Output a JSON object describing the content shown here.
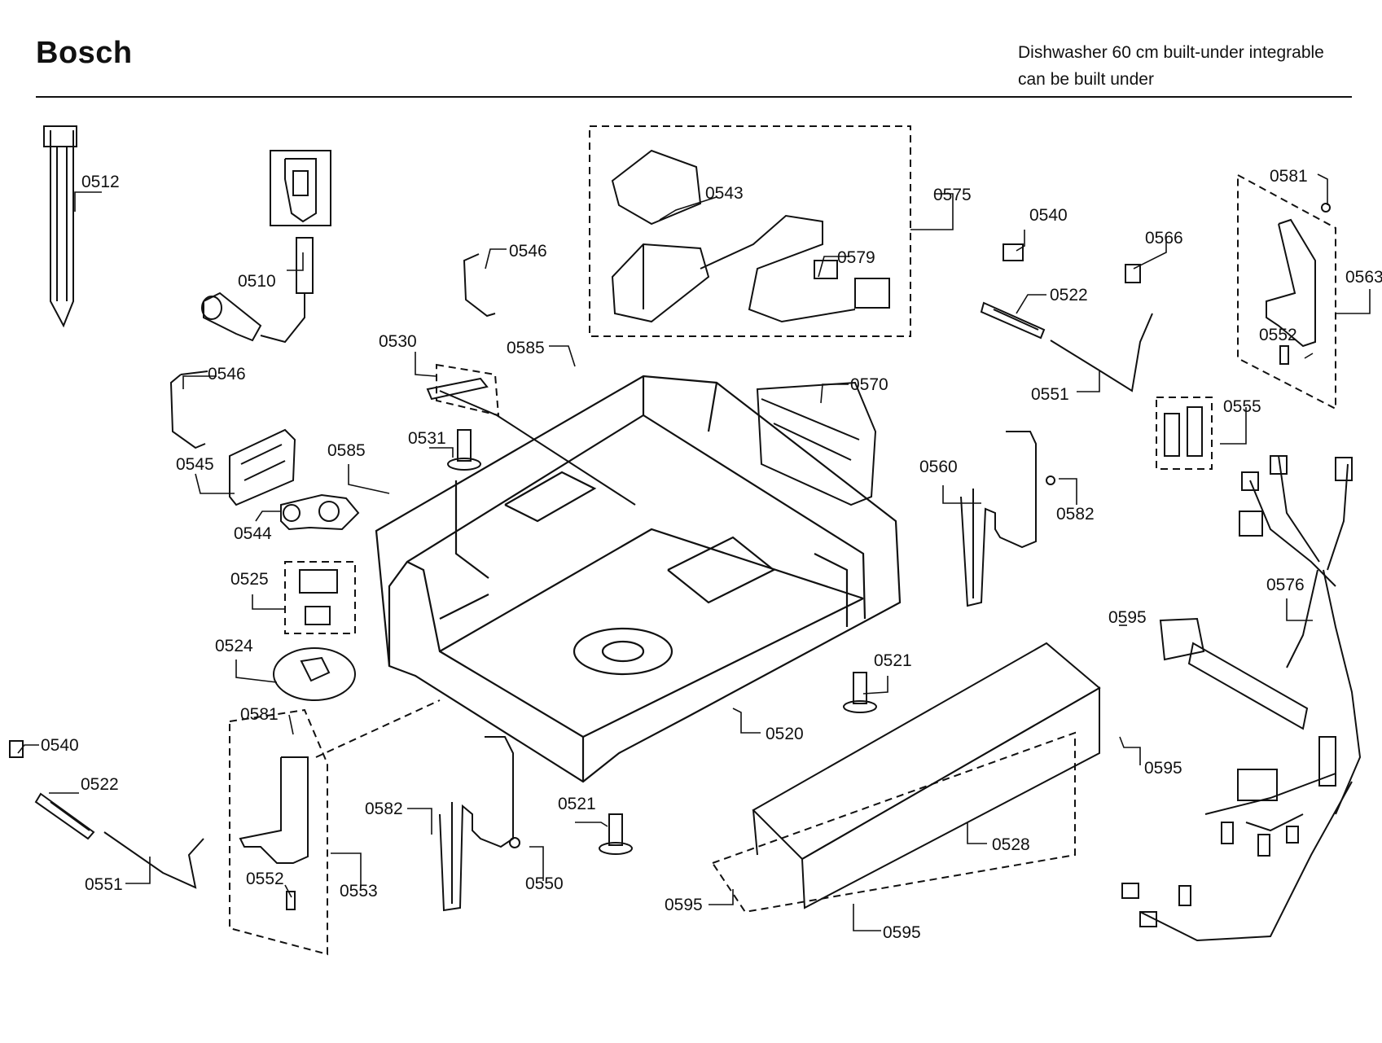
{
  "header": {
    "brand": "Bosch",
    "subtitle_line1": "Dishwasher 60 cm built-under integrable",
    "subtitle_line2": "can be built under"
  },
  "part_labels": [
    "0512",
    "0510",
    "0546",
    "0543",
    "0575",
    "0579",
    "0540",
    "0566",
    "0581",
    "0563",
    "0522",
    "0552",
    "0551",
    "0530",
    "0585",
    "0570",
    "0555",
    "0546",
    "0545",
    "0531",
    "0585",
    "0544",
    "0560",
    "0582",
    "0525",
    "0576",
    "0524",
    "0595",
    "0521",
    "0581",
    "0520",
    "0540",
    "0522",
    "0595",
    "0582",
    "0521",
    "0528",
    "0551",
    "0552",
    "0553",
    "0550",
    "0595",
    "0595"
  ]
}
